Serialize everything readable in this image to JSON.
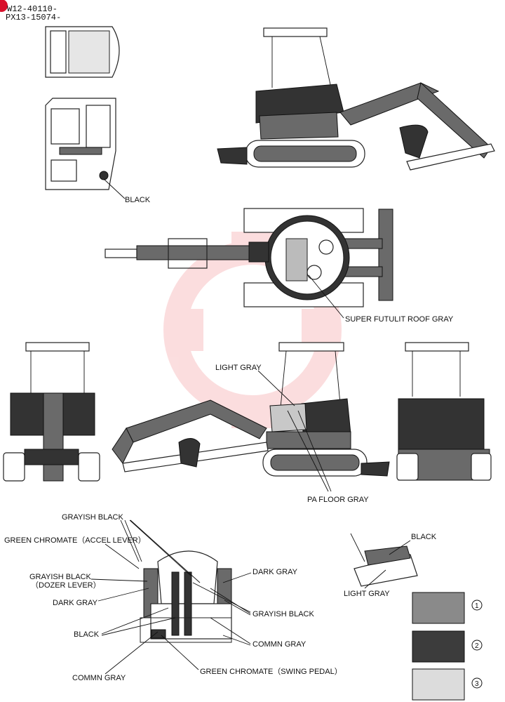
{
  "header": {
    "part_codes": [
      "W12-40110-",
      "PX13-15074-"
    ]
  },
  "callouts": {
    "black_cab": "BLACK",
    "super_futulit_roof_gray": "SUPER FUTULIT ROOF GRAY",
    "light_gray_side": "LIGHT GRAY",
    "pa_floor_gray": "PA  FLOOR  GRAY",
    "grayish_black_top": "GRAYISH BLACK",
    "green_chromate_accel": "GREEN CHROMATE（ACCEL LEVER）",
    "grayish_black_dozer_1": "GRAYISH BLACK",
    "grayish_black_dozer_2": "（DOZER LEVER）",
    "dark_gray_left": "DARK GRAY",
    "dark_gray_right": "DARK GRAY",
    "grayish_black_right": "GRAYISH BLACK",
    "black_left": "BLACK",
    "commn_gray_right": "COMMN  GRAY",
    "commn_gray_bottom": "COMMN  GRAY",
    "green_chromate_swing": "GREEN CHROMATE（SWING PEDAL）",
    "black_pedal": "BLACK",
    "light_gray_pedal": "LIGHT GRAY"
  },
  "swatches": [
    {
      "number": "1",
      "color": "#8a8a8a"
    },
    {
      "number": "2",
      "color": "#3c3c3c"
    },
    {
      "number": "3",
      "color": "#dcdcdc"
    }
  ],
  "colors": {
    "corner_marker": "#d8102a",
    "watermark": "#e8333a"
  }
}
